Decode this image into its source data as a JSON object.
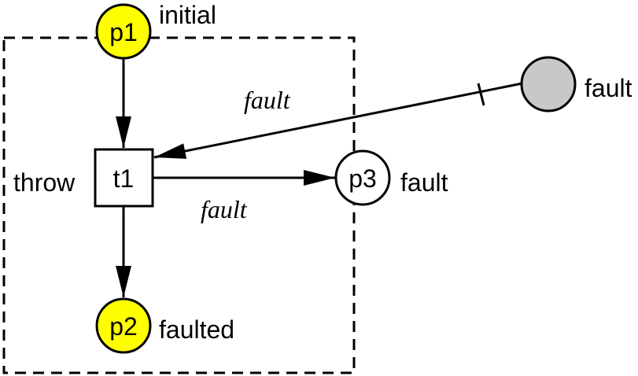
{
  "colors": {
    "token_place": "#ffff00",
    "external_place": "#c8c8c8",
    "stroke": "#000000"
  },
  "places": {
    "p1": {
      "name": "p1",
      "label": "initial"
    },
    "p2": {
      "name": "p2",
      "label": "faulted"
    },
    "p3": {
      "name": "p3",
      "label": "fault"
    },
    "external": {
      "label": "fault"
    }
  },
  "transition": {
    "name": "t1",
    "label": "throw"
  },
  "arcs": {
    "external_to_t1": "fault",
    "t1_to_p3": "fault"
  }
}
